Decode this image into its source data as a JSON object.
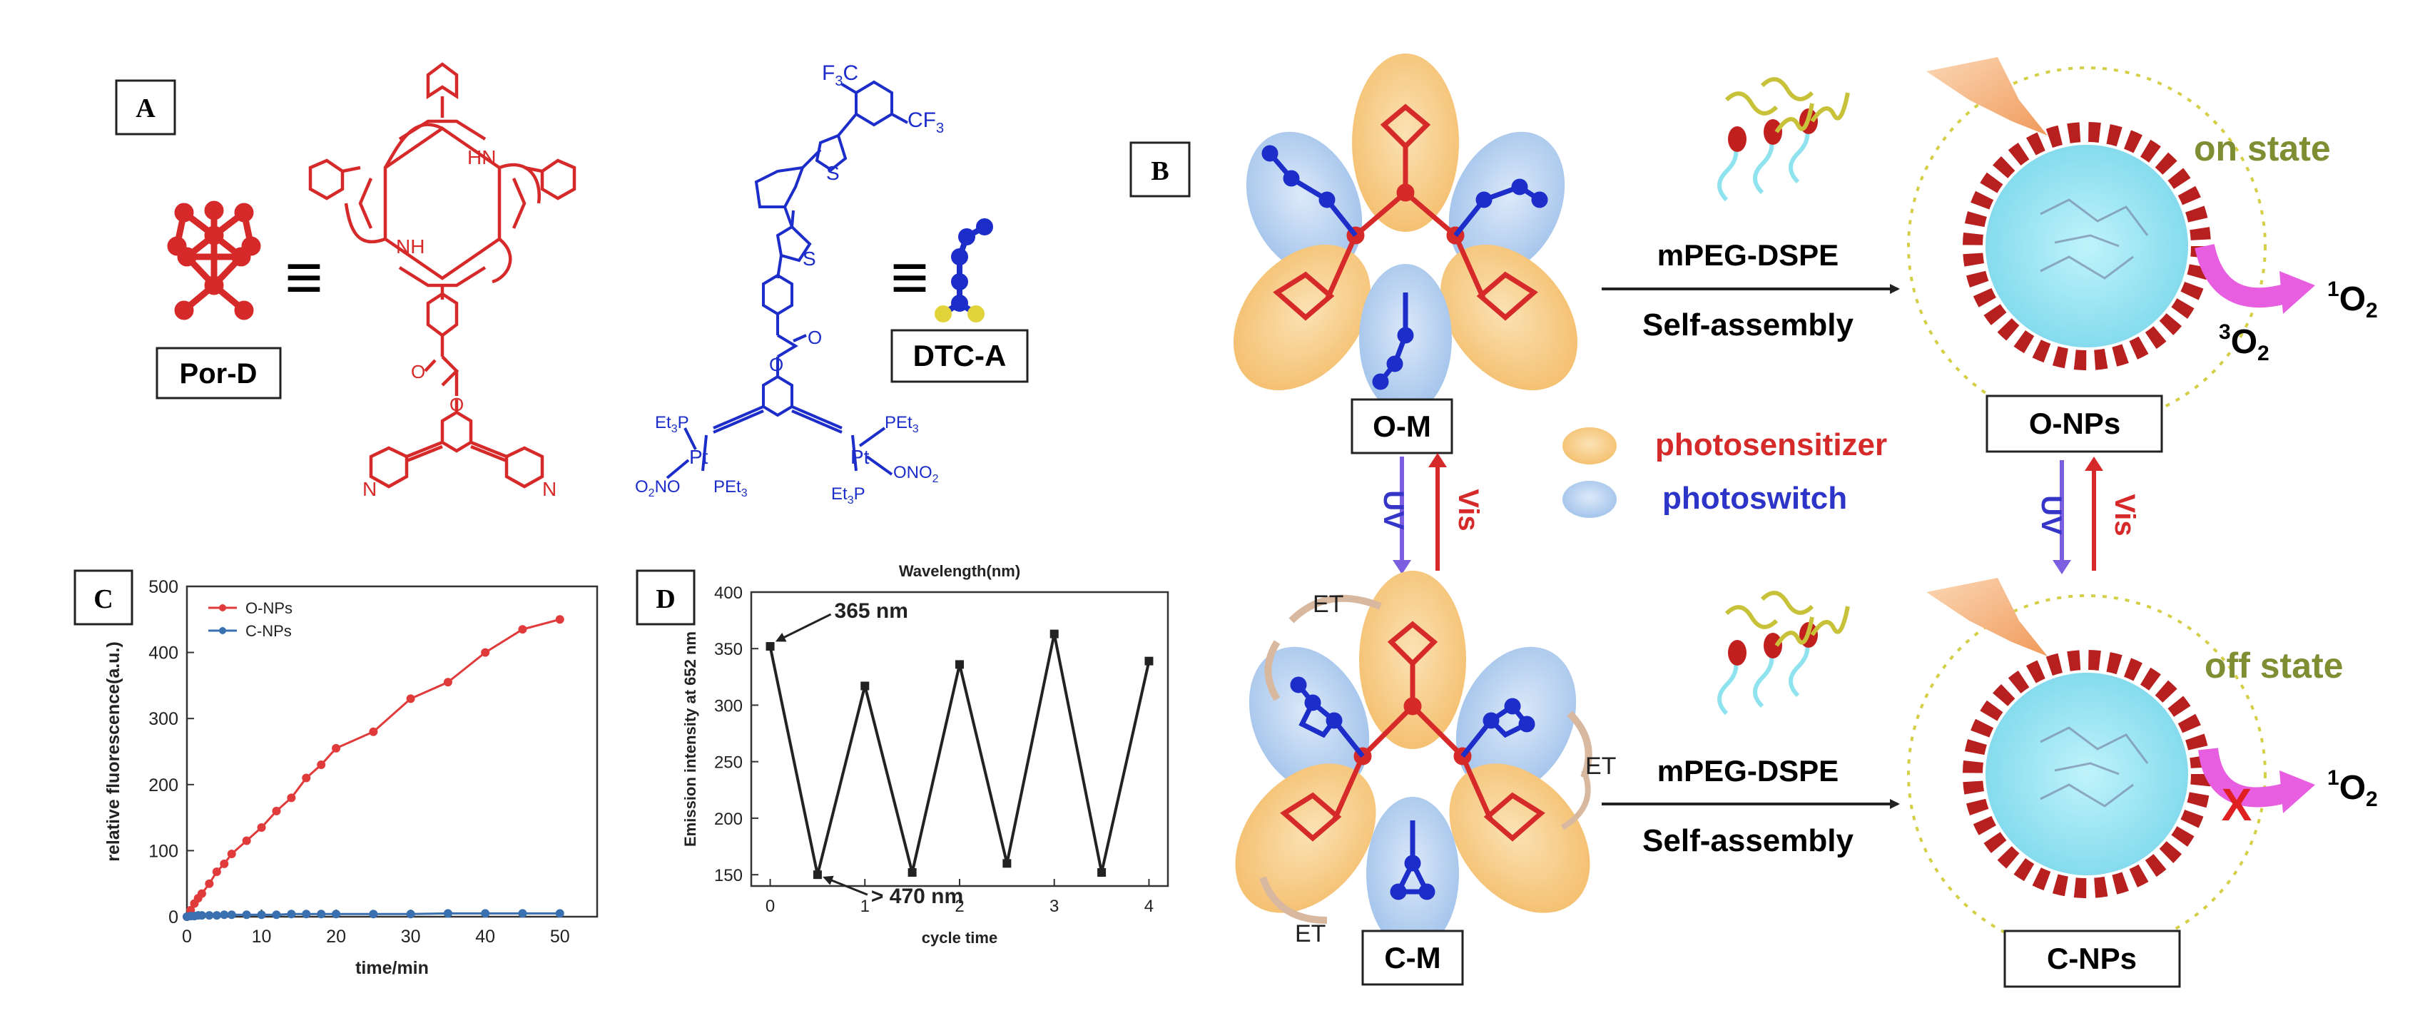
{
  "panels": {
    "a": {
      "label": "A",
      "por_d": "Por-D",
      "dtc_a": "DTC-A",
      "equiv": "≡",
      "atoms": {
        "NH": "NH",
        "HN": "HN",
        "N": "N",
        "O": "O",
        "S": "S",
        "Pt": "Pt",
        "CF3": "CF",
        "F3C": "F",
        "PEt3": "PEt",
        "Et3P": "Et",
        "ONO2": "ONO",
        "O2NO": "O"
      }
    },
    "b": {
      "label": "B",
      "om": "O-M",
      "cm": "C-M",
      "onps": "O-NPs",
      "cnps": "C-NPs",
      "uv": "UV",
      "vis": "Vis",
      "mpeg": "mPEG-DSPE",
      "self_assembly": "Self-assembly",
      "on_state": "on state",
      "off_state": "off state",
      "o2_singlet": "O",
      "o2_triplet": "O",
      "sup1": "1",
      "sup3": "3",
      "sub2": "2",
      "et": "ET",
      "cross": "X",
      "legend": [
        {
          "label": "photosensitizer",
          "color": "#f5c77e"
        },
        {
          "label": "photoswitch",
          "color": "#a9c8ec"
        }
      ]
    },
    "c": {
      "label": "C"
    },
    "d": {
      "label": "D"
    }
  },
  "colors": {
    "red": "#d62a2a",
    "blue": "#1c2dc9",
    "olive": "#7f8e33",
    "pink": "#e85ee0",
    "cyan": "#8fe3ef"
  },
  "chart_data": [
    {
      "type": "scatter",
      "panel": "C",
      "xlabel": "time/min",
      "ylabel": "relative fluorescence(a.u.)",
      "xlim": [
        0,
        55
      ],
      "ylim": [
        0,
        500
      ],
      "xticks": [
        0,
        10,
        20,
        30,
        40,
        50
      ],
      "yticks": [
        0,
        100,
        200,
        300,
        400,
        500
      ],
      "legend_position": "top-left",
      "series": [
        {
          "name": "O-NPs",
          "color": "#e03a3a",
          "x": [
            0,
            0.5,
            1,
            1.5,
            2,
            3,
            4,
            5,
            6,
            8,
            10,
            12,
            14,
            16,
            18,
            20,
            25,
            30,
            35,
            40,
            45,
            50
          ],
          "y": [
            0,
            10,
            20,
            28,
            35,
            50,
            68,
            80,
            95,
            115,
            135,
            160,
            180,
            210,
            230,
            255,
            280,
            330,
            355,
            400,
            435,
            450
          ]
        },
        {
          "name": "C-NPs",
          "color": "#3a6fb0",
          "x": [
            0,
            0.5,
            1,
            1.5,
            2,
            3,
            4,
            5,
            6,
            8,
            10,
            12,
            14,
            16,
            18,
            20,
            25,
            30,
            35,
            40,
            45,
            50
          ],
          "y": [
            0,
            1,
            1,
            2,
            2,
            2,
            2,
            3,
            3,
            3,
            3,
            3,
            4,
            4,
            4,
            4,
            4,
            4,
            5,
            5,
            5,
            5
          ]
        }
      ]
    },
    {
      "type": "line",
      "panel": "D",
      "title": "Wavelength(nm)",
      "xlabel": "cycle time",
      "ylabel": "Emission intensity at 652 nm",
      "xlim": [
        -0.2,
        4.2
      ],
      "ylim": [
        140,
        400
      ],
      "xticks": [
        0,
        1,
        2,
        3,
        4
      ],
      "yticks": [
        150,
        200,
        250,
        300,
        350,
        400
      ],
      "series": [
        {
          "color": "#222222",
          "x": [
            0,
            0.5,
            1,
            1.5,
            2,
            2.5,
            3,
            3.5,
            4
          ],
          "y": [
            352,
            150,
            317,
            152,
            336,
            160,
            363,
            152,
            339
          ]
        }
      ],
      "annotations": [
        {
          "text": "365 nm",
          "x": 0,
          "y": 352
        },
        {
          "text": "> 470 nm",
          "x": 0.5,
          "y": 150
        }
      ]
    }
  ]
}
